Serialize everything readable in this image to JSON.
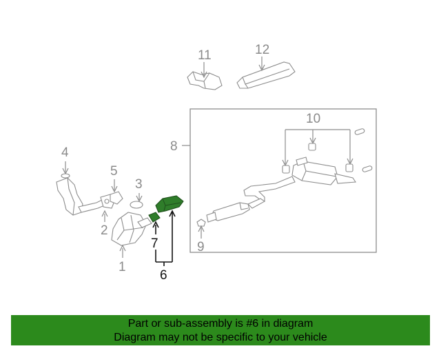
{
  "diagram": {
    "callouts": {
      "c1": "1",
      "c2": "2",
      "c3": "3",
      "c4": "4",
      "c5": "5",
      "c6": "6",
      "c7": "7",
      "c8": "8",
      "c9": "9",
      "c10": "10",
      "c11": "11",
      "c12": "12"
    },
    "highlighted_part": "6",
    "colors": {
      "highlight": "#2f7d2a",
      "footer_bg": "#2c8a1c",
      "line": "#8c8c8c"
    }
  },
  "footer": {
    "line1": "Part or sub-assembly is #6 in diagram",
    "line2": "Diagram may not be specific to your vehicle"
  }
}
